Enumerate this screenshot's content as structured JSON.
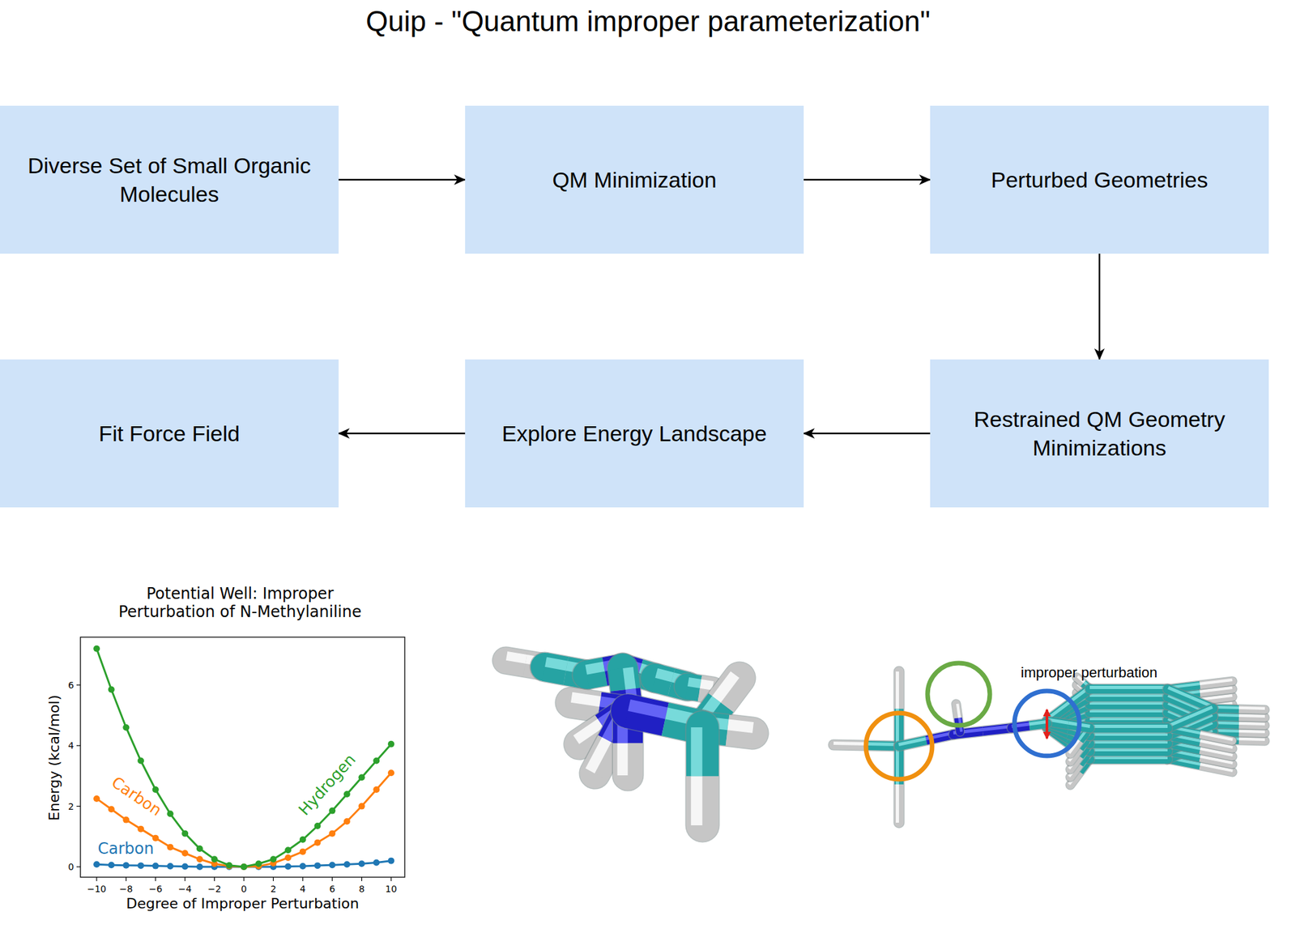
{
  "diagram": {
    "title": "Quip - \"Quantum improper parameterization\"",
    "nodes": [
      {
        "text": [
          "Diverse Set of Small Organic Molecules"
        ]
      },
      {
        "text": [
          "QM Minimization"
        ]
      },
      {
        "text": [
          "Perturbed Geometries"
        ]
      },
      {
        "text": [
          "Fit Force Field"
        ]
      },
      {
        "text": [
          "Explore Energy Landscape"
        ]
      },
      {
        "text": [
          "Restrained QM Geometry Minimizations"
        ]
      }
    ],
    "edges": [
      {
        "from": 0,
        "to": 1,
        "arrow": "to"
      },
      {
        "from": 1,
        "to": 2,
        "arrow": "to"
      },
      {
        "from": 2,
        "to": 5,
        "arrow": "to"
      },
      {
        "from": 5,
        "to": 4,
        "arrow": "to"
      },
      {
        "from": 4,
        "to": 3,
        "arrow": "to"
      }
    ],
    "labels": [
      "Potential Well: Improper Perturbation of N-Methylaniline",
      "Energy (kcal/mol)",
      "Degree of Improper Perturbation",
      "0",
      "2",
      "4",
      "6",
      "−10",
      "−8",
      "−6",
      "−4",
      "−2",
      "0",
      "2",
      "4",
      "6",
      "8",
      "10",
      "Hydrogen",
      "Carbon",
      "Carbon",
      "improper perturbation"
    ]
  }
}
